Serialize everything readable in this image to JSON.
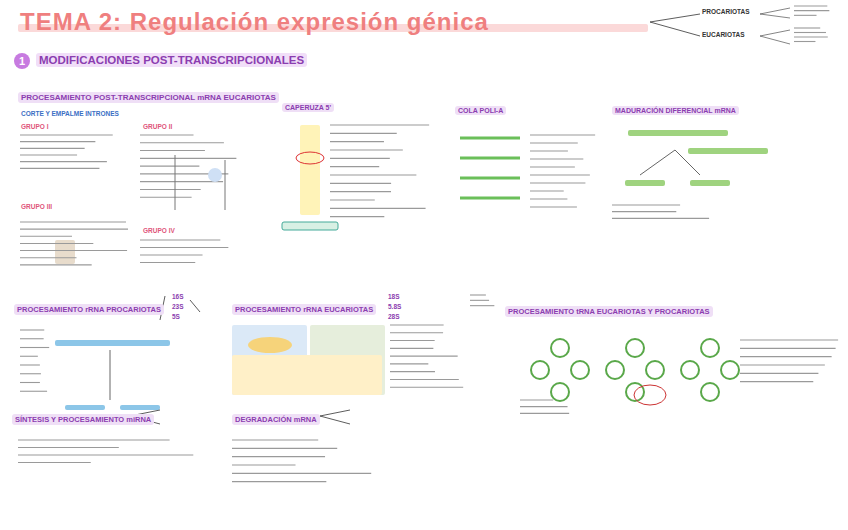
{
  "diagram": {
    "title": "TEMA 2: Regulación expresión génica",
    "nodes": [
      {
        "text": [
          "MODIFICACIONES POST-TRANSCRIPCIONALES"
        ]
      },
      {
        "text": [
          "PROCESAMIENTO POST-TRANSCRIPCIONAL mRNA EUCARIOTAS"
        ]
      },
      {
        "text": [
          "CORTE Y EMPALME INTRONES"
        ]
      },
      {
        "text": [
          "GRUPO I"
        ]
      },
      {
        "text": [
          "GRUPO II"
        ]
      },
      {
        "text": [
          "GRUPO III"
        ]
      },
      {
        "text": [
          "GRUPO IV"
        ]
      },
      {
        "text": [
          "CAPERUZA 5'"
        ]
      },
      {
        "text": [
          "COLA POLI-A"
        ]
      },
      {
        "text": [
          "MADURACIÓN DIFERENCIAL mRNA"
        ]
      },
      {
        "text": [
          "PROCESAMIENTO rRNA PROCARIOTAS"
        ]
      },
      {
        "text": [
          "PROCESAMIENTO rRNA EUCARIOTAS"
        ]
      },
      {
        "text": [
          "PROCESAMIENTO tRNA EUCARIOTAS Y PROCARIOTAS"
        ]
      },
      {
        "text": [
          "SÍNTESIS Y PROCESAMIENTO miRNA"
        ]
      },
      {
        "text": [
          "DEGRADACIÓN mRNA"
        ]
      }
    ],
    "labels": [
      "1",
      "PROCARIOTAS",
      "EUCARIOTAS",
      "16S",
      "23S",
      "5S",
      "18S",
      "5.8S",
      "28S"
    ]
  }
}
